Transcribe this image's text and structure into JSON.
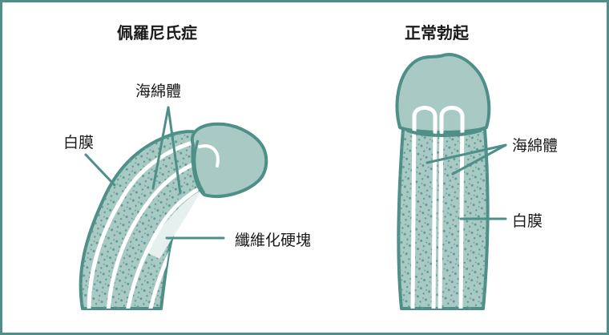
{
  "titles": {
    "left": "佩羅尼氏症",
    "right": "正常勃起"
  },
  "left_labels": {
    "corpora_cavernosa": "海綿體",
    "tunica_albuginea": "白膜",
    "fibrous_plaque": "纖維化硬塊"
  },
  "right_labels": {
    "corpora_cavernosa": "海綿體",
    "tunica_albuginea": "白膜"
  },
  "colors": {
    "frame": "#4e8f88",
    "tissue_fill": "#a8c9c4",
    "outline": "#4e8f88",
    "tunica": "#ffffff",
    "plaque": "#e6f1ef",
    "dots": "#5f9b94",
    "text": "#1a1a1a"
  }
}
